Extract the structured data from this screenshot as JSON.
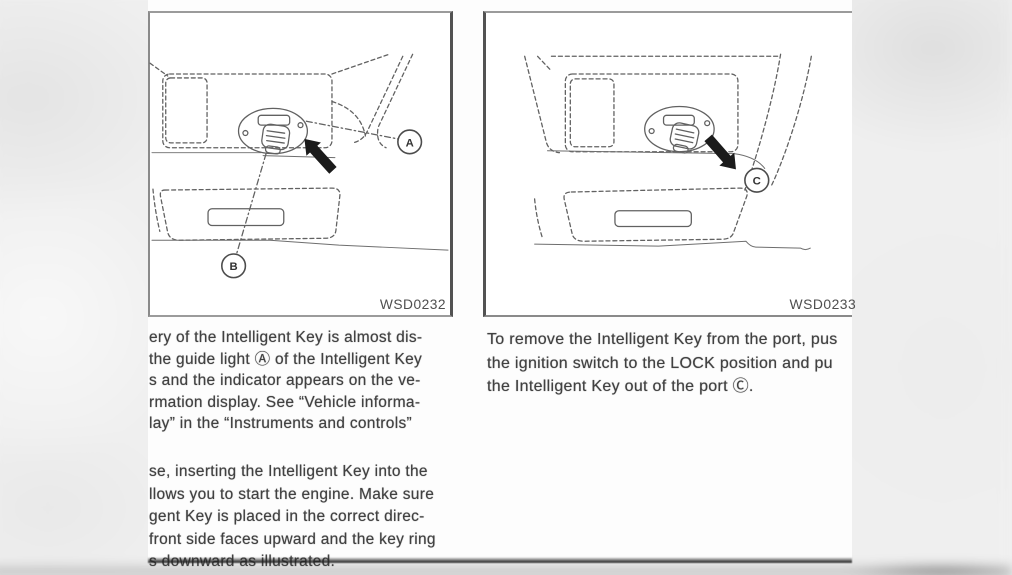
{
  "figures": {
    "left": {
      "code": "WSD0232",
      "callout_a": "A",
      "callout_b": "B"
    },
    "right": {
      "code": "WSD0233",
      "callout_c": "C"
    }
  },
  "left_column": {
    "paragraph1": [
      "ery of the Intelligent Key is almost dis-",
      "the guide light Ⓐ of the Intelligent Key",
      "s and the indicator appears on the ve-",
      "rmation display. See “Vehicle informa-",
      "lay” in the “Instruments and controls”"
    ],
    "paragraph2": [
      "se, inserting the Intelligent Key into the",
      "llows you to start the engine. Make sure",
      "gent Key is placed in the correct direc-",
      "front side faces upward and the key ring",
      "s downward as illustrated."
    ]
  },
  "right_column": {
    "paragraph1": [
      "To remove the Intelligent Key from the port, pus",
      "the ignition switch to the LOCK position and pu",
      "the Intelligent Key out of the port Ⓒ."
    ]
  },
  "colors": {
    "page_background": "#fdfdfd",
    "surround_blur": "#ececec",
    "drawing_line": "#616161",
    "text": "#414141",
    "arrow_fill": "#1b1b1b",
    "photo_edge": "#2a2a2a"
  }
}
